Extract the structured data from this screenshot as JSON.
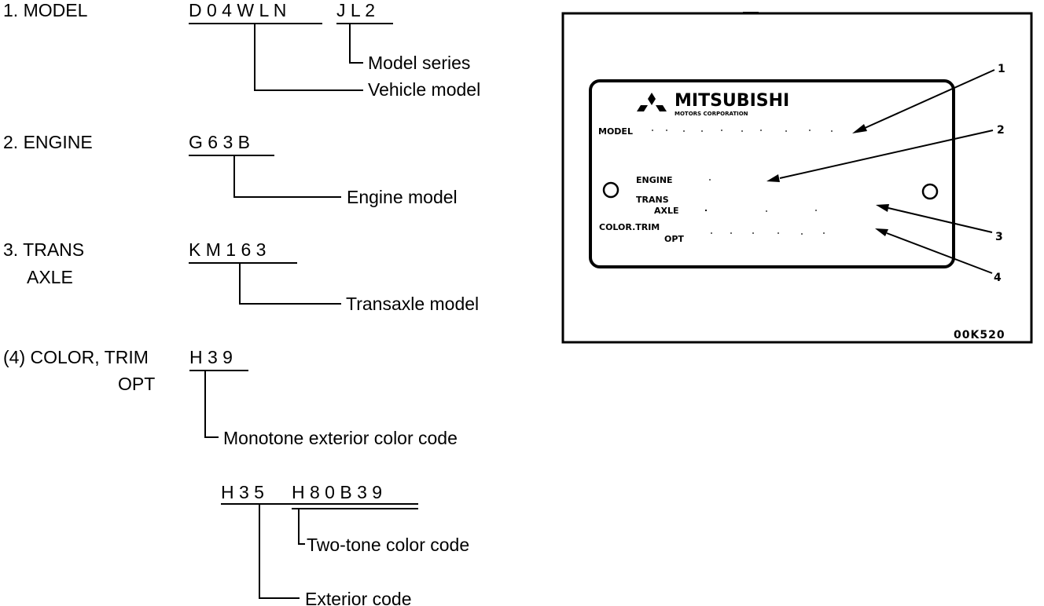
{
  "sections": {
    "model": {
      "label": "1. MODEL",
      "code_a": "D 0 4 W L N",
      "code_b": "J L 2",
      "desc_series": "Model series",
      "desc_vehicle": "Vehicle model"
    },
    "engine": {
      "label": "2. ENGINE",
      "code": "G 6 3 B",
      "desc": "Engine model"
    },
    "trans": {
      "label_line1": "3. TRANS",
      "label_line2": "AXLE",
      "code": "K M 1 6 3",
      "desc": "Transaxle model"
    },
    "color": {
      "label_line1": "(4) COLOR, TRIM",
      "label_line2": "OPT",
      "code": "H 3 9",
      "desc": "Monotone exterior color code",
      "twotone_code_a": "H 3 5",
      "twotone_code_b": "H 8 0 B 3 9",
      "desc_twotone": "Two-tone color code",
      "desc_exterior": "Exterior code"
    }
  },
  "plate": {
    "brand": "MITSUBISHI",
    "brand_sub": "MOTORS CORPORATION",
    "field_model": "MODEL",
    "field_engine": "ENGINE",
    "field_trans_1": "TRANS",
    "field_trans_2": "AXLE",
    "field_color_1": "COLOR.TRIM",
    "field_color_2": "OPT",
    "callouts": [
      "1",
      "2",
      "3",
      "4"
    ],
    "figure_id": "00K520"
  }
}
